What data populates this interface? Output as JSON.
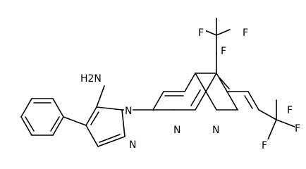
{
  "structure": {
    "substituents": {
      "amine": "H2N",
      "trifluoromethyl_top": {
        "f_left": "F",
        "f_right": "F",
        "f_bottom": "F"
      },
      "trifluoromethyl_right": {
        "f_top": "F",
        "f_right": "F",
        "f_bottom": "F"
      }
    },
    "ring_atoms": {
      "pyrazole_n1": "N",
      "pyrazole_n2": "N",
      "naphthyridine_n1": "N",
      "naphthyridine_n8": "N"
    }
  }
}
